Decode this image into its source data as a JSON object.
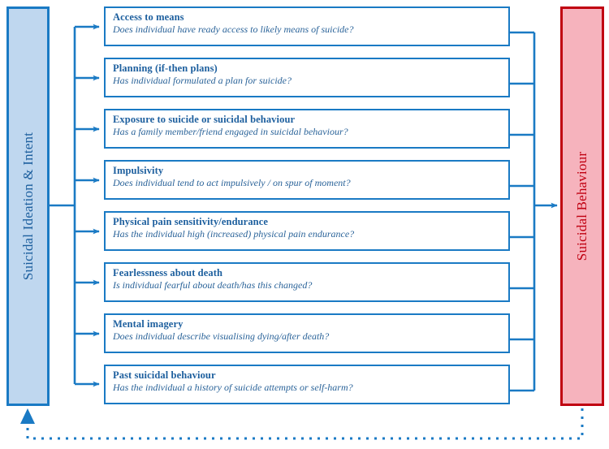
{
  "figure": {
    "type": "flow-diagram",
    "title_left": "Suicidal Ideation & Intent",
    "title_right": "Suicidal Behaviour",
    "colors": {
      "blue_stroke": "#1a7ac4",
      "blue_fill": "#bfd7ef",
      "blue_text": "#1d5f9e",
      "red_stroke": "#c00011",
      "pink_fill": "#f6b3bd",
      "background": "#ffffff"
    }
  },
  "left_node": {
    "label": "Suicidal Ideation & Intent",
    "name": "suicidal-ideation-and-intent"
  },
  "right_node": {
    "label": "Suicidal Behaviour",
    "name": "suicidal-behaviour"
  },
  "factors": [
    {
      "title": "Access to means",
      "question": "Does individual have ready access to likely means of suicide?"
    },
    {
      "title": "Planning (if-then plans)",
      "question": "Has individual formulated a plan for suicide?"
    },
    {
      "title": "Exposure to suicide or suicidal behaviour",
      "question": "Has a family member/friend engaged in suicidal behaviour?"
    },
    {
      "title": "Impulsivity",
      "question": "Does individual tend to act impulsively / on spur of moment?"
    },
    {
      "title": "Physical pain sensitivity/endurance",
      "question": "Has the individual high (increased) physical pain endurance?"
    },
    {
      "title": "Fearlessness about death",
      "question": "Is individual fearful about death/has this changed?"
    },
    {
      "title": "Mental imagery",
      "question": "Does individual describe visualising dying/after death?"
    },
    {
      "title": "Past suicidal behaviour",
      "question": "Has the individual a history of suicide attempts or self-harm?"
    }
  ],
  "connectors": {
    "input_branch": "solid-blue-arrows-left-to-factors",
    "output_branch": "solid-blue-arrows-factors-to-behaviour",
    "feedback": "dotted-blue-arrow-behaviour-back-to-ideation"
  }
}
